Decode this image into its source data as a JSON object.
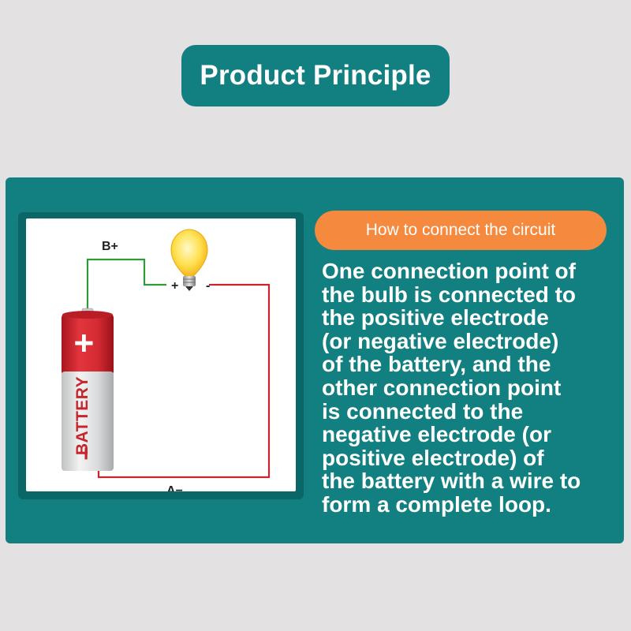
{
  "title": "Product Principle",
  "subtitle": "How to connect the circuit",
  "description_lines": [
    "One connection point of",
    "the bulb is connected to",
    "the positive electrode",
    "(or negative electrode)",
    "of the battery, and the",
    "other connection point",
    "is connected to the",
    "negative electrode (or",
    "positive electrode) of",
    "the battery with a wire to",
    "form a complete loop."
  ],
  "diagram": {
    "label_b": "B+",
    "label_a": "A−",
    "bulb_plus": "+",
    "bulb_minus": "-",
    "battery_text": "BATTERY",
    "battery_plus": "+",
    "battery_minus": "−"
  },
  "colors": {
    "background": "#e3e1e2",
    "teal": "#127f80",
    "teal_dark": "#0b6767",
    "orange": "#f5893d",
    "wire_positive": "#2e9a3a",
    "wire_negative": "#c8262d",
    "battery_red": "#d42a33",
    "bulb_yellow": "#ffd84a"
  },
  "icons": [
    "bulb-icon",
    "battery-icon"
  ]
}
